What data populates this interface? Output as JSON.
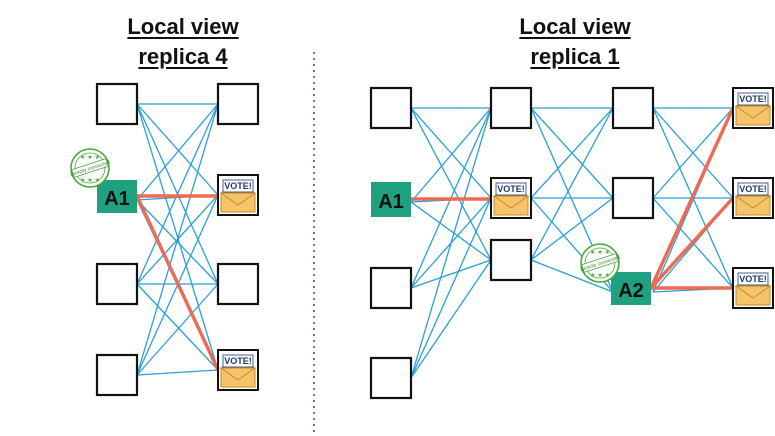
{
  "titles": {
    "left_line1": "Local view",
    "left_line2": "replica 4",
    "right_line1": "Local view",
    "right_line2": "replica 1"
  },
  "agents": {
    "a1_label": "A1",
    "a2_label": "A2"
  },
  "vote_label": "VOTE!",
  "stamp_label": "Directly connected",
  "colors": {
    "edge": "#2a9fd8",
    "highlight": "#ef6a52",
    "agent": "#1fa07f",
    "envelope": "#f4c36a"
  }
}
